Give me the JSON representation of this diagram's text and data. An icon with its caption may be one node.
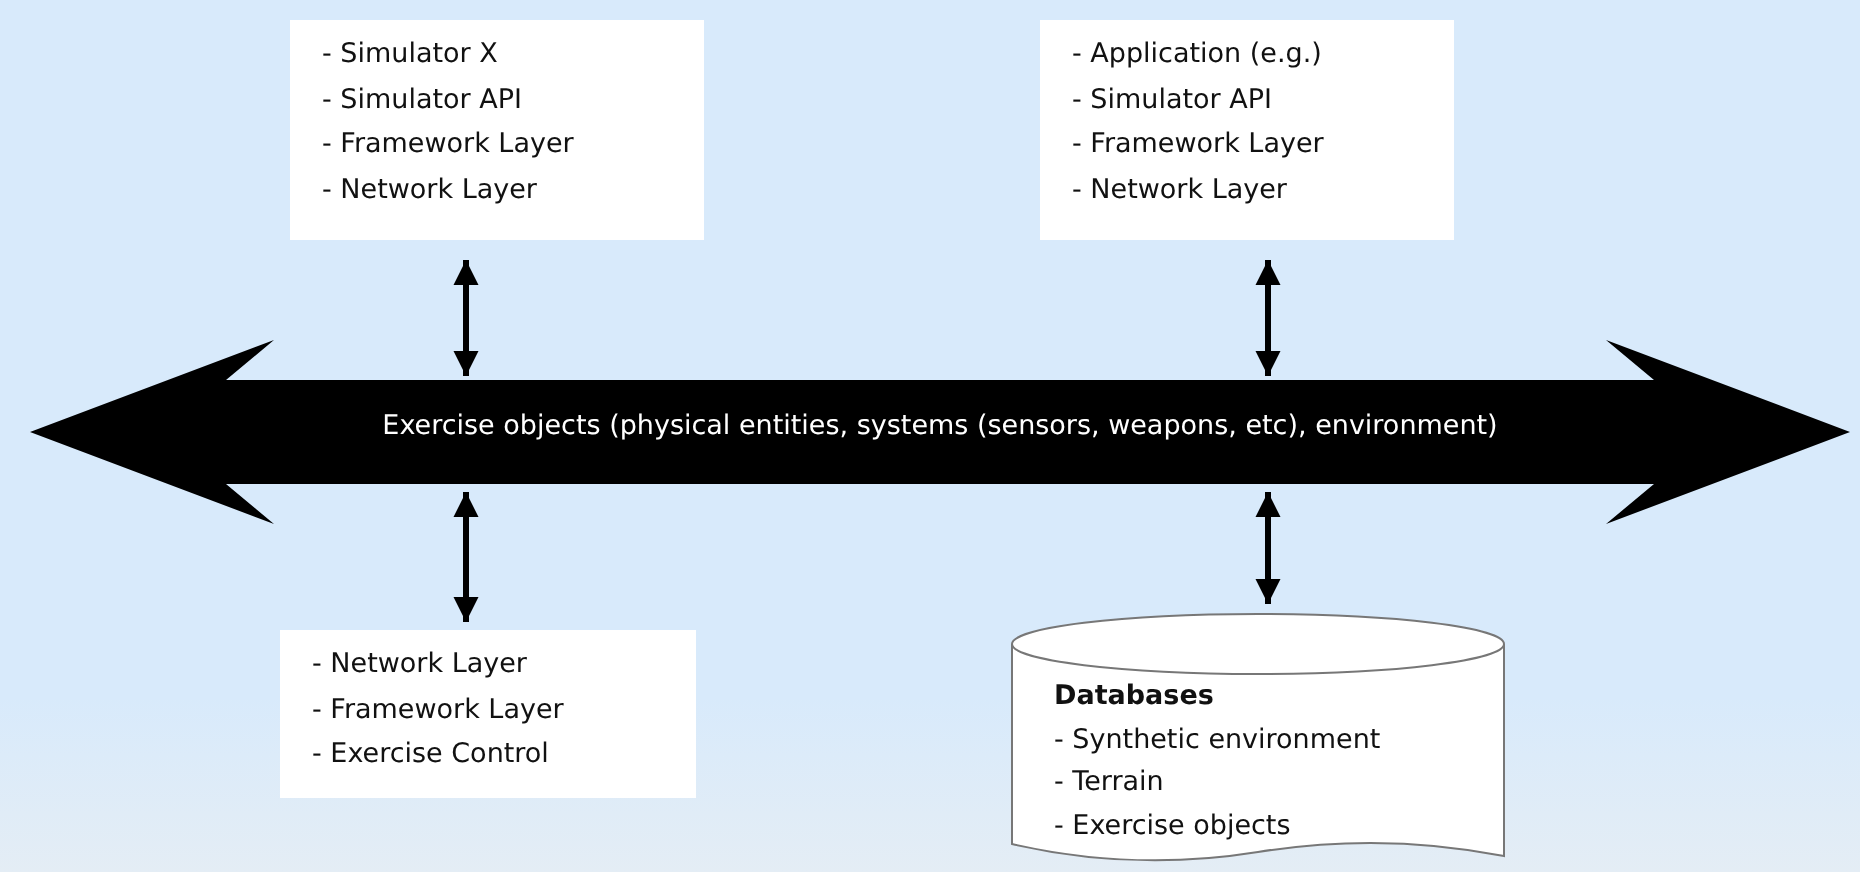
{
  "diagram": {
    "nodes": [
      {
        "text": [
          "- Simulator X",
          "- Simulator API",
          "- Framework Layer",
          "- Network Layer"
        ]
      },
      {
        "text": [
          "- Application (e.g.)",
          "- Simulator API",
          "- Framework Layer",
          "- Network Layer"
        ]
      },
      {
        "text": [
          "Exercise objects (physical entities, systems (sensors, weapons, etc), environment)"
        ]
      },
      {
        "text": [
          "- Network Layer",
          "- Framework Layer",
          "- Exercise Control"
        ]
      },
      {
        "text": [
          "Databases",
          "- Synthetic environment",
          "- Terrain",
          "- Exercise objects"
        ]
      }
    ],
    "edges": [
      {
        "from": 0,
        "to": 2,
        "arrow": "both"
      },
      {
        "from": 1,
        "to": 2,
        "arrow": "both"
      },
      {
        "from": 2,
        "to": 3,
        "arrow": "both"
      },
      {
        "from": 2,
        "to": 4,
        "arrow": "both"
      }
    ]
  }
}
